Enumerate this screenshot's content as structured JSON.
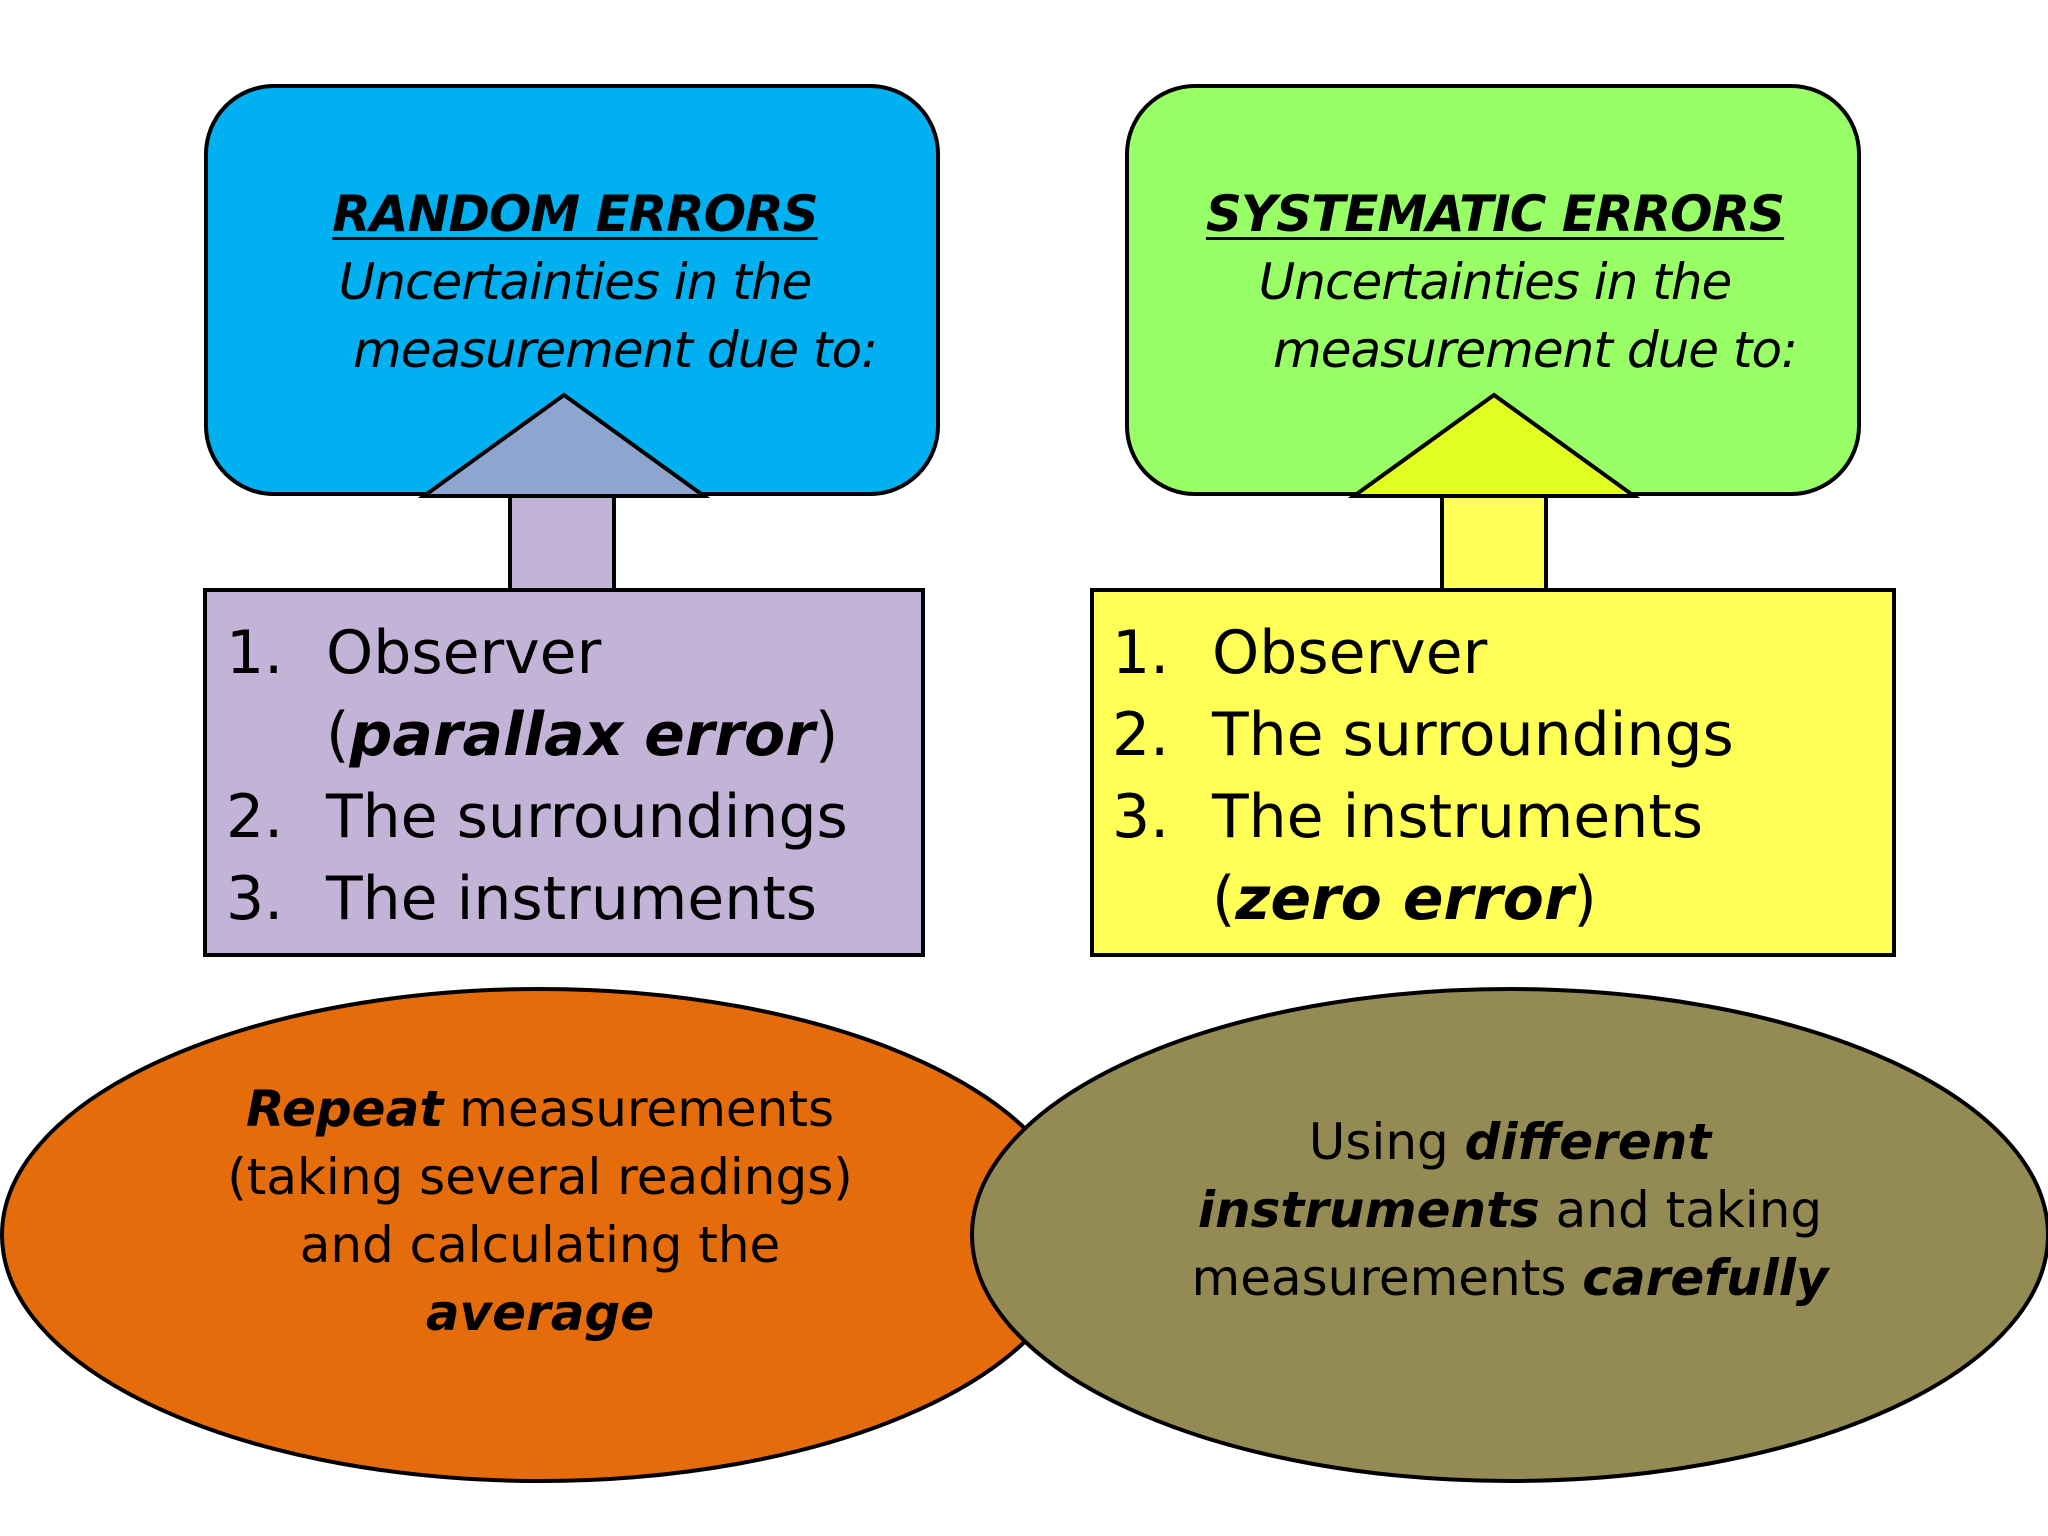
{
  "random": {
    "heading": "RANDOM ERRORS",
    "desc_line1": "Uncertainties in the",
    "desc_line2": "measurement due to:",
    "items": [
      {
        "num": "1.",
        "label": "Observer",
        "detail_open": "(",
        "detail_em": "parallax error",
        "detail_close": ")"
      },
      {
        "num": "2.",
        "label": "The surroundings"
      },
      {
        "num": "3.",
        "label": "The instruments"
      }
    ],
    "remedy": {
      "em1": "Repeat",
      "t1": " measurements",
      "t2": "(taking several readings)",
      "t3": "and calculating the",
      "em2": "average"
    }
  },
  "systematic": {
    "heading": "SYSTEMATIC ERRORS",
    "desc_line1": "Uncertainties in the",
    "desc_line2": "measurement due to:",
    "items": [
      {
        "num": "1.",
        "label": "Observer"
      },
      {
        "num": "2.",
        "label": "The surroundings"
      },
      {
        "num": "3.",
        "label": "The instruments",
        "detail_open": "(",
        "detail_em": "zero error",
        "detail_close": ")"
      }
    ],
    "remedy": {
      "t1": "Using ",
      "em1": "different",
      "em2": "instruments",
      "t2": " and taking",
      "t3": "measurements ",
      "em3": "carefully"
    }
  },
  "colors": {
    "random_box": "#00b0f0",
    "systematic_box": "#99ff66",
    "random_list": "#c3b3d6",
    "systematic_list": "#ffff55",
    "random_arrow": "#8ea6cf",
    "systematic_arrow": "#e0ff20",
    "orange_ellipse": "#e46c0a",
    "olive_ellipse": "#948a54"
  }
}
